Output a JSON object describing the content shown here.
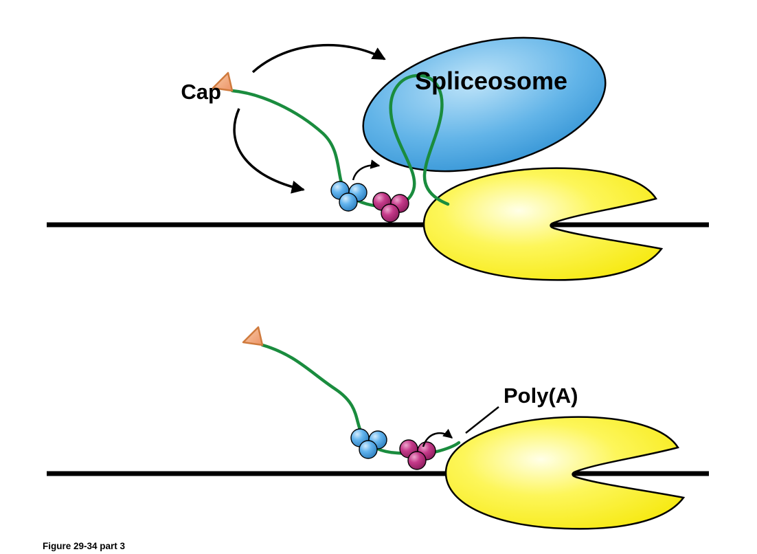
{
  "figure": {
    "caption": "Figure 29-34 part 3"
  },
  "labels": {
    "cap": "Cap",
    "spliceosome": "Spliceosome",
    "poly_a": "Poly(A)"
  },
  "colors": {
    "background": "#ffffff",
    "dna": "#000000",
    "mrna_green": "#1a8c3e",
    "spliceosome_blue": "#47aae2",
    "polymerase_yellow": "#f7ec13",
    "cap_orange": "#f2a583",
    "cap_outline": "#cf7a3d",
    "factor_blue": "#4aa7e8",
    "factor_magenta": "#bb2a7b",
    "arrows": "#000000"
  }
}
